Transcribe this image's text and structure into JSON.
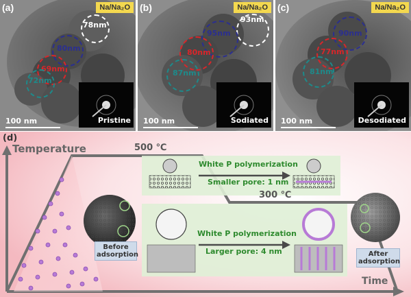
{
  "panel_a": {
    "label": "(a)",
    "badge": "Na/Na₂O",
    "state": "Pristine",
    "scale_bar": "100 nm",
    "particle_sizes": [
      "78nm",
      "80nm",
      "69nm",
      "72nm"
    ]
  },
  "panel_b": {
    "label": "(b)",
    "badge": "Na/Na₂O",
    "state": "Sodiated",
    "scale_bar": "100 nm",
    "particle_sizes": [
      "93nm",
      "95nm",
      "80nm",
      "87nm"
    ]
  },
  "panel_c": {
    "label": "(c)",
    "badge": "Na/Na₂O",
    "state": "Desodiated",
    "scale_bar": "100 nm",
    "particle_sizes": [
      "90nm",
      "77nm",
      "81nm"
    ]
  },
  "panel_d": {
    "label": "(d)",
    "y_axis": "Temperature",
    "x_axis": "Time",
    "temp_high": "500 ℃",
    "temp_low": "300 ℃",
    "upper_process": "White P polymerization",
    "upper_pore": "Smaller pore: 1 nm",
    "lower_process": "White P polymerization",
    "lower_pore": "Larger pore: 4 nm",
    "before_label": "Before adsorption",
    "after_label": "After adsorption"
  },
  "colors": {
    "navy": "#2b2f8f",
    "red": "#d8262a",
    "teal": "#1e8a8a",
    "white": "#ffffff",
    "badge": "#f3d84f",
    "phosphorus": "#b77ad6",
    "axis_gray": "#707070"
  }
}
